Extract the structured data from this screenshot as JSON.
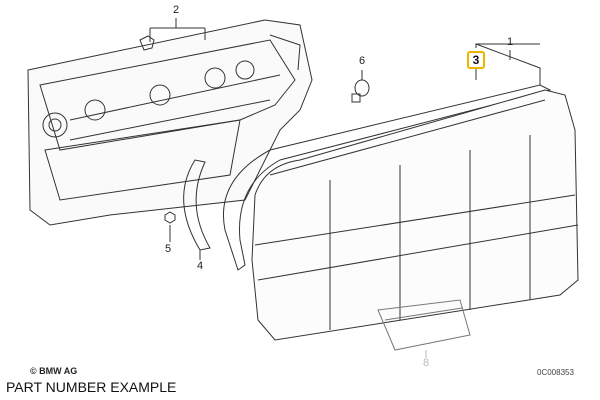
{
  "diagram": {
    "callouts": [
      {
        "id": "1",
        "label": "1"
      },
      {
        "id": "2",
        "label": "2"
      },
      {
        "id": "3",
        "label": "3",
        "highlighted": true,
        "highlight_color": "#f0b400"
      },
      {
        "id": "4",
        "label": "4"
      },
      {
        "id": "5",
        "label": "5"
      },
      {
        "id": "6",
        "label": "6"
      },
      {
        "id": "8",
        "label": "8",
        "faded": true
      }
    ],
    "copyright": "© BMW AG",
    "drawing_code": "0C008353"
  },
  "caption": "PART NUMBER EXAMPLE"
}
